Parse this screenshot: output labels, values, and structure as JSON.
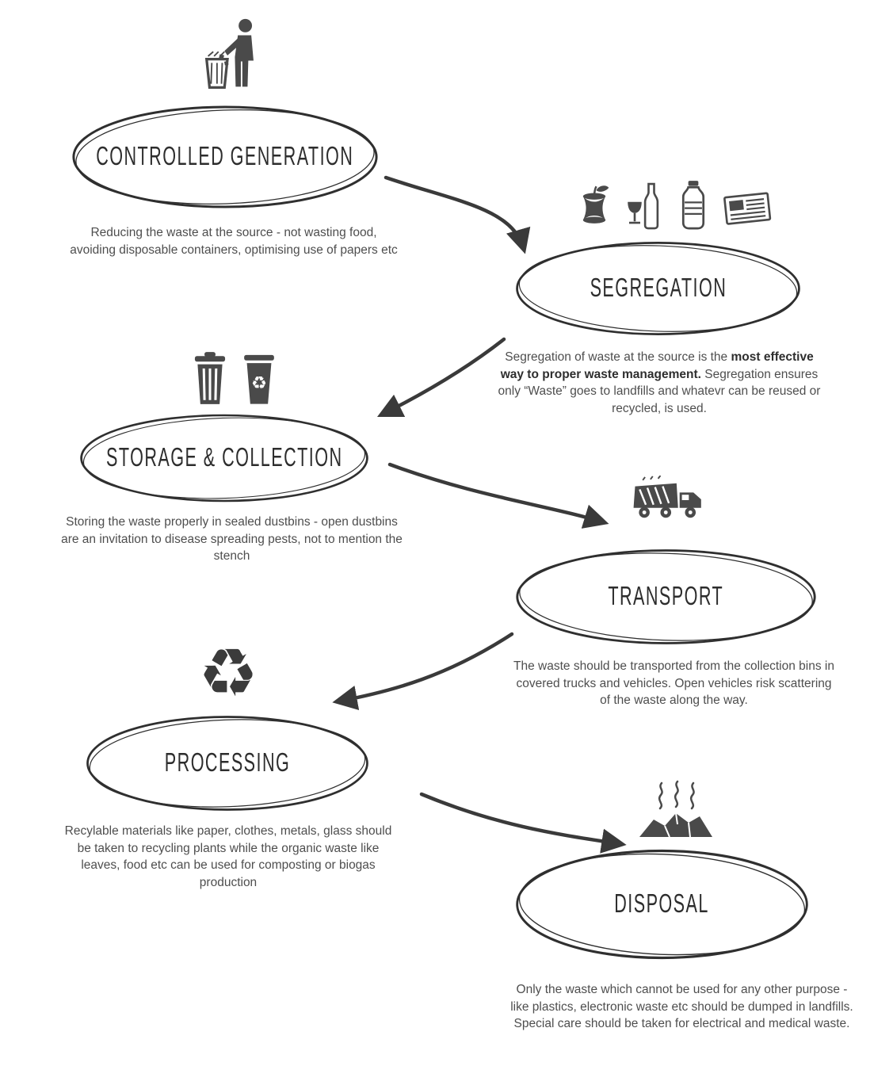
{
  "page": {
    "title": "Waste Management Flow Infographic"
  },
  "colors": {
    "ink": "#2f2f2f",
    "icon": "#4a4a4a",
    "body_text": "#4e4e4e",
    "background": "#ffffff"
  },
  "glyphs": {
    "recycle": "♻"
  },
  "steps": [
    {
      "title": "CONTROLLED GENERATION",
      "description": "Reducing the waste at the source - not wasting food, avoiding disposable containers, optimising use of papers etc",
      "icons": [
        "person-littering-icon"
      ]
    },
    {
      "title": "SEGREGATION",
      "desc_pre": "Segregation of waste at the source is the ",
      "desc_bold": "most effective way to proper waste management.",
      "desc_post": " Segregation ensures only “Waste” goes to landfills and whatevr can be reused or recycled, is used.",
      "icons": [
        "food-waste-icon",
        "glass-waste-icon",
        "plastic-bottle-icon",
        "paper-waste-icon"
      ]
    },
    {
      "title": "STORAGE & COLLECTION",
      "description": "Storing the waste properly in sealed dustbins - open dustbins are an invitation to disease spreading pests, not to mention the stench",
      "icons": [
        "dustbin-icon",
        "recycle-bin-icon"
      ]
    },
    {
      "title": "TRANSPORT",
      "description": "The waste should be transported from the collection bins in covered trucks and vehicles. Open vehicles risk scattering of the waste along the way.",
      "icons": [
        "garbage-truck-icon"
      ]
    },
    {
      "title": "PROCESSING",
      "description": "Recylable materials like paper, clothes, metals, glass should be taken to recycling plants while the organic waste like leaves, food etc can be used for composting or biogas production",
      "icons": [
        "recycle-symbol-icon"
      ]
    },
    {
      "title": "DISPOSAL",
      "description": "Only the waste which cannot be used for any other purpose - like plastics, electronic waste etc should be dumped in landfills. Special care should be taken for electrical and medical waste.",
      "icons": [
        "landfill-icon"
      ]
    }
  ]
}
